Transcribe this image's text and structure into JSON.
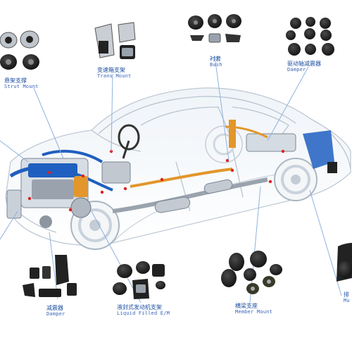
{
  "colors": {
    "label_text": "#1c4ea0",
    "leader_line": "#8fb2e0",
    "part_rubber": "#1e1e1e",
    "part_metal": "#9aa3ad",
    "car_outline": "#b9c4d0",
    "engine_blue": "#1f5fbf",
    "engine_orange": "#e2962b",
    "marker_red": "#e02020"
  },
  "labels": {
    "strut_mount": {
      "cn": "悬架支撑",
      "en": "Strut Mount"
    },
    "trans_mount": {
      "cn": "变速箱支架",
      "en": "Trans Mount"
    },
    "bush": {
      "cn": "衬套",
      "en": "Bush"
    },
    "driveshaft_damper": {
      "cn": "驱动轴减震器",
      "en": "Damper"
    },
    "damper": {
      "cn": "减震器",
      "en": "Damper"
    },
    "liquid_filled_em": {
      "cn": "液封式发动机支架",
      "en": "Liquid Filled E/M"
    },
    "member_mount": {
      "cn": "横梁支座",
      "en": "Member Mount"
    },
    "partial_cut": {
      "cn": "排",
      "en": "Mu"
    }
  }
}
